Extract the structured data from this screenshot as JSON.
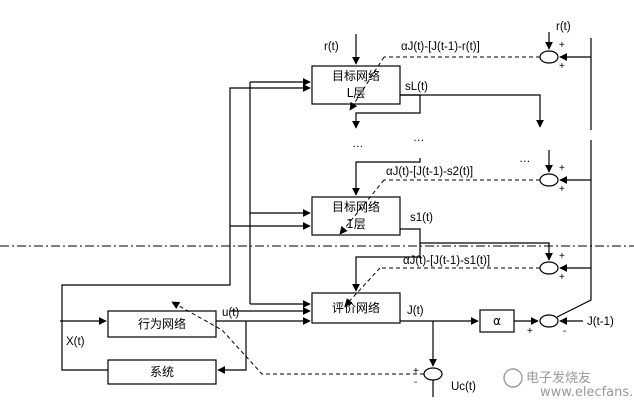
{
  "blocks": {
    "target_l": {
      "line1": "目标网络",
      "line2": "L层"
    },
    "target_1": {
      "line1": "目标网络",
      "line2": "1层"
    },
    "critic": {
      "label": "评价网络"
    },
    "actor": {
      "label": "行为网络"
    },
    "system": {
      "label": "系统"
    },
    "alpha": {
      "label": "α"
    }
  },
  "signals": {
    "r_top": "r(t)",
    "r_right": "r(t)",
    "err_l": "αJ(t)-[J(t-1)-r(t)]",
    "s_l": "sL(t)",
    "err_2": "αJ(t)-[J(t-1)-s2(t)]",
    "s_1": "s1(t)",
    "err_1": "αJ(t)-[J(t-1)-s1(t)]",
    "u": "u(t)",
    "j": "J(t)",
    "j_prev": "J(t-1)",
    "x": "X(t)",
    "uc": "Uc(t)",
    "plus": "+",
    "minus": "-",
    "dots": "…"
  },
  "watermark": {
    "text": "电子发烧友",
    "url": "www.elecfans.com"
  }
}
